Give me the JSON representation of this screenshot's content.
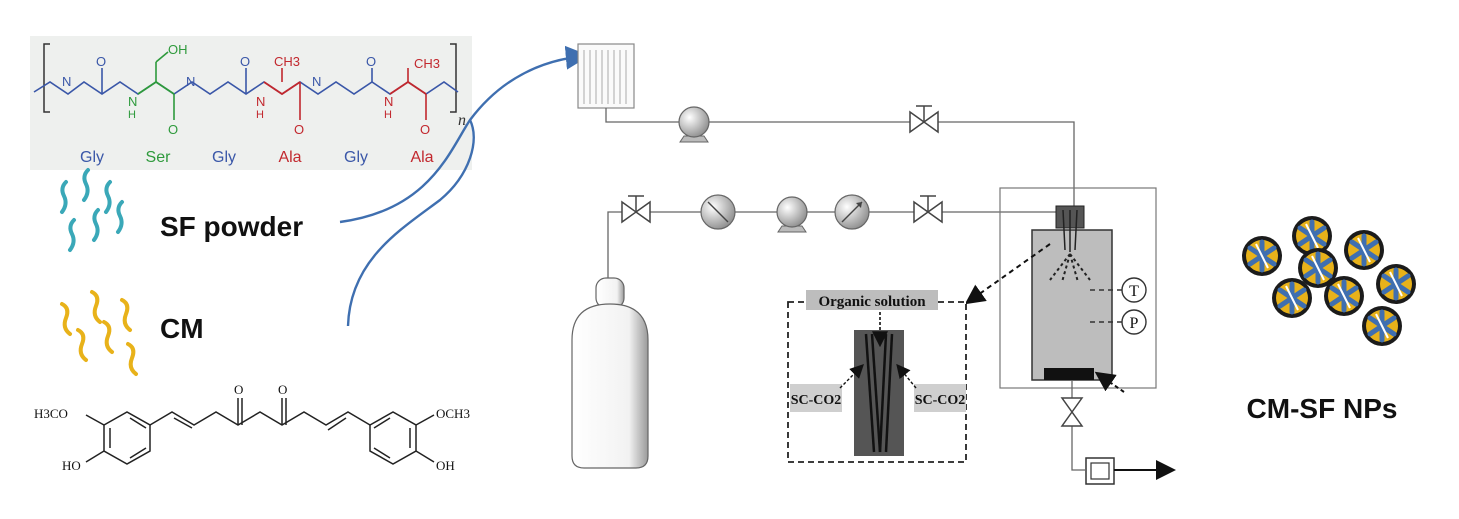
{
  "peptide": {
    "residues": [
      {
        "label": "Gly",
        "color": "#3a57a8"
      },
      {
        "label": "Ser",
        "color": "#2e9a3c"
      },
      {
        "label": "Gly",
        "color": "#3a57a8"
      },
      {
        "label": "Ala",
        "color": "#c2282e"
      },
      {
        "label": "Gly",
        "color": "#3a57a8"
      },
      {
        "label": "Ala",
        "color": "#c2282e"
      }
    ],
    "repeat_subscript": "n",
    "atom_oh": "OH",
    "atom_ch3_1": "CH3",
    "atom_ch3_2": "CH3",
    "atom_o": "O",
    "atom_n": "N",
    "atom_h": "H"
  },
  "materials": {
    "sf_label": "SF powder",
    "cm_label": "CM",
    "sf_color": "#3aa8b8",
    "cm_color": "#e8b21a"
  },
  "curcumin": {
    "left_methoxy": "H3CO",
    "right_methoxy": "OCH3",
    "left_hydroxyl": "HO",
    "right_hydroxyl": "OH",
    "carbonyl": "O"
  },
  "apparatus": {
    "inset_title": "Organic solution",
    "left_inlet": "SC-CO2",
    "right_inlet": "SC-CO2",
    "temp_sensor": "T",
    "pressure_sensor": "P",
    "flow_arrow_color": "#3f6fb0"
  },
  "product": {
    "label": "CM-SF NPs"
  }
}
